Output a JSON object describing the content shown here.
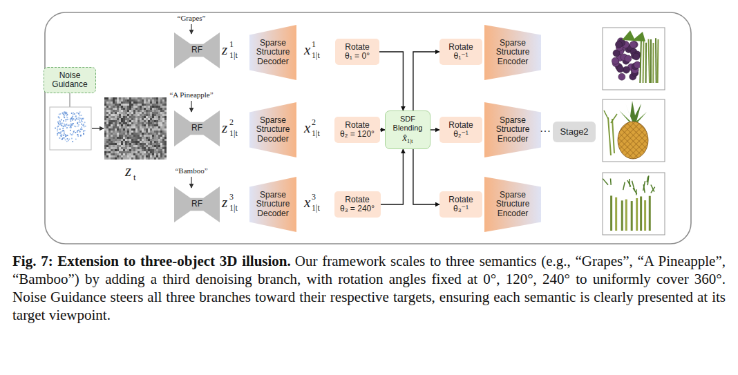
{
  "diagram": {
    "caption": "Fig. 7: Extension to three-object 3D illusion.",
    "nodes": [
      {
        "text": [
          "Noise Guidance"
        ]
      },
      {
        "text": [
          "RF"
        ]
      },
      {
        "text": [
          "Sparse Structure Decoder"
        ]
      },
      {
        "text": [
          "Rotate",
          "θ₁ = 0°"
        ]
      },
      {
        "text": [
          "Rotate",
          "θ₁⁻¹"
        ]
      },
      {
        "text": [
          "Sparse Structure Encoder"
        ]
      },
      {
        "text": [
          "RF"
        ]
      },
      {
        "text": [
          "Sparse Structure Decoder"
        ]
      },
      {
        "text": [
          "Rotate",
          "θ₂ = 120°"
        ]
      },
      {
        "text": [
          "SDF Blending",
          "x̂",
          "1|t"
        ]
      },
      {
        "text": [
          "Rotate",
          "θ₂⁻¹"
        ]
      },
      {
        "text": [
          "Sparse Structure Encoder"
        ]
      },
      {
        "text": [
          "Stage2"
        ]
      },
      {
        "text": [
          "RF"
        ]
      },
      {
        "text": [
          "Sparse Structure Decoder"
        ]
      },
      {
        "text": [
          "Rotate",
          "θ₃ = 240°"
        ]
      },
      {
        "text": [
          "Rotate",
          "θ₃⁻¹"
        ]
      },
      {
        "text": [
          "Sparse Structure Encoder"
        ]
      }
    ],
    "edges": [
      {
        "from": 3,
        "to": 9,
        "arrow": "to"
      },
      {
        "from": 8,
        "to": 9,
        "arrow": "to"
      },
      {
        "from": 15,
        "to": 9,
        "arrow": "to"
      },
      {
        "from": 9,
        "to": 4,
        "arrow": "to"
      },
      {
        "from": 9,
        "to": 10,
        "arrow": "to"
      },
      {
        "from": 9,
        "to": 16,
        "arrow": "to"
      }
    ],
    "labels": [
      "“Grapes”",
      "z",
      "1",
      "1|t",
      "x",
      "1",
      "1|t",
      "“A Pineapple”",
      "z",
      "2",
      "1|t",
      "x",
      "2",
      "1|t",
      "“Bamboo”",
      "z",
      "3",
      "1|t",
      "x",
      "3",
      "1|t",
      "z",
      "t",
      "···",
      "Our framework scales to three semantics (e.g., “Grapes”, “A Pineapple”, “Bamboo”) by adding a third denoising branch, with rotation angles fixed at 0°, 120°, 240° to uniformly cover 360°. Noise Guidance steers all three branches toward their respective targets, ensuring each semantic is clearly presented at its target viewpoint."
    ]
  }
}
